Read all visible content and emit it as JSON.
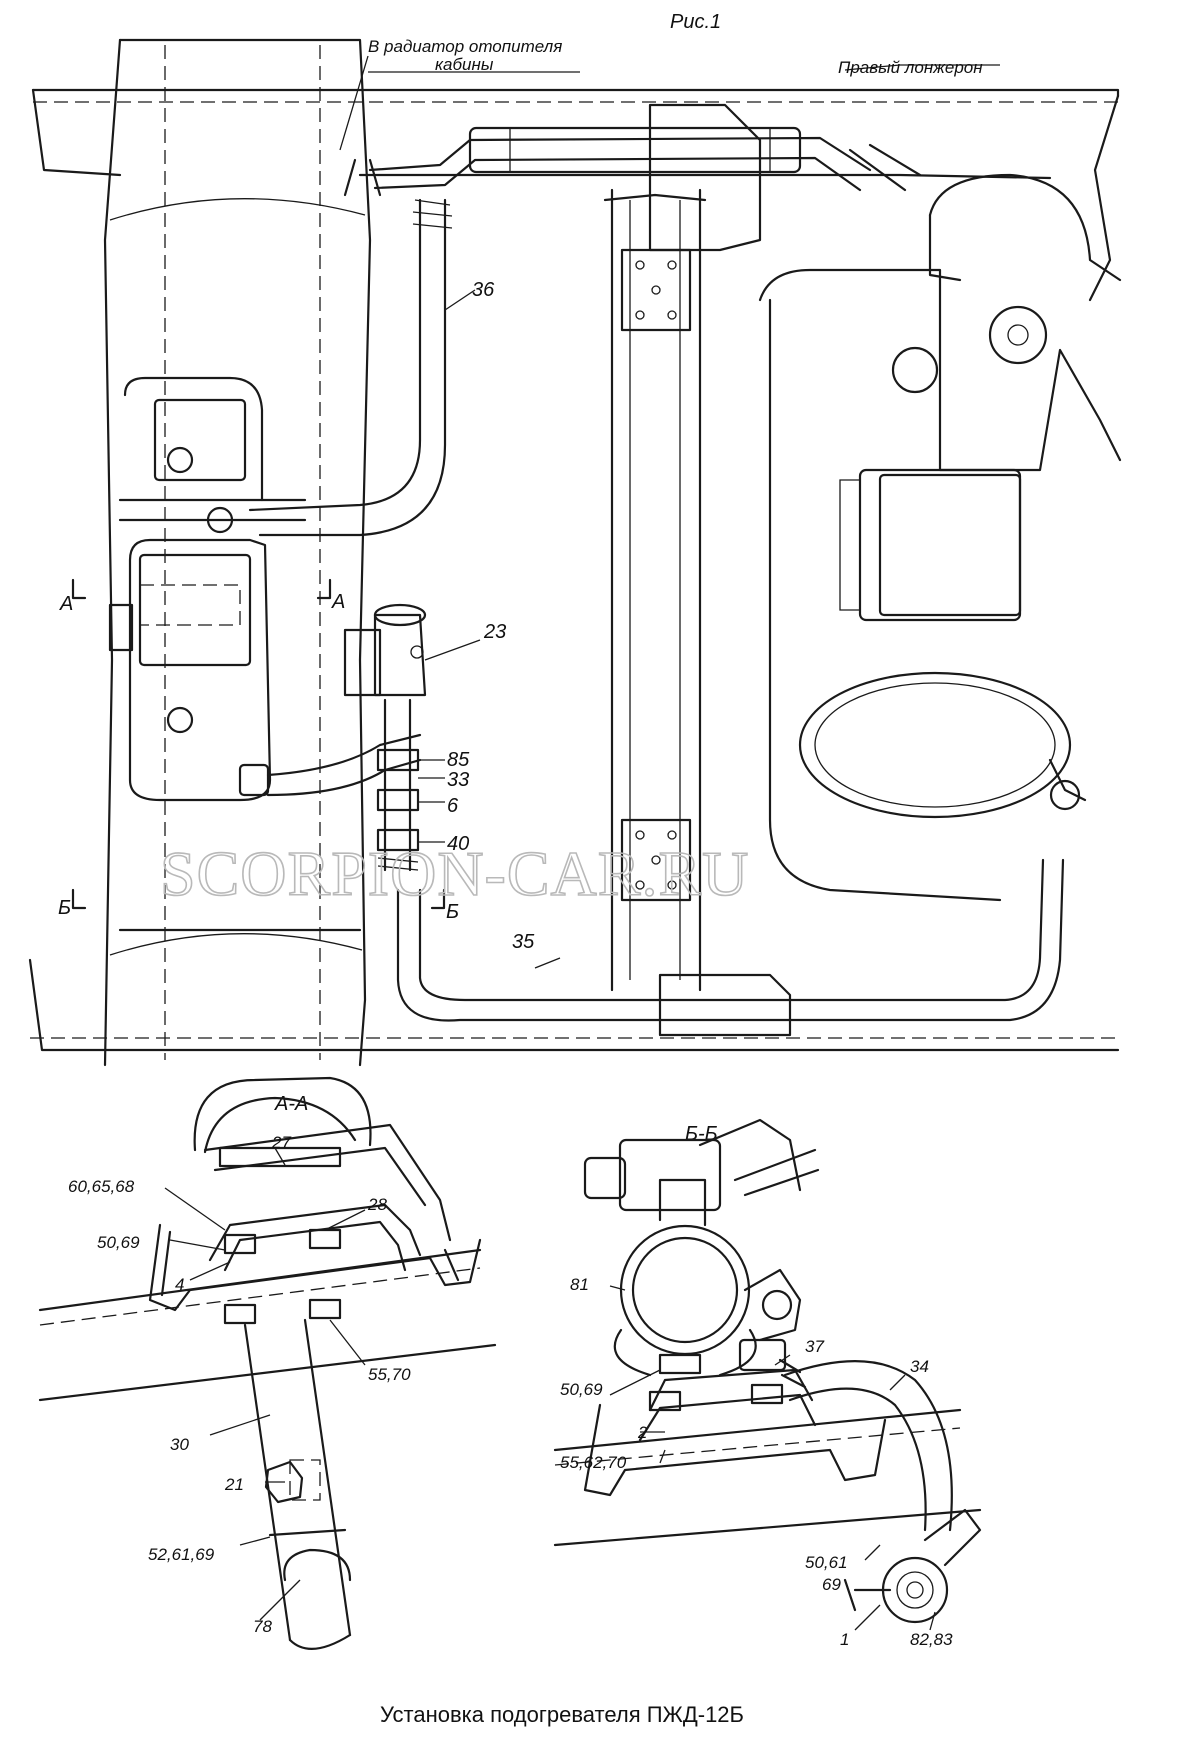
{
  "figure": {
    "title": "Рис.1",
    "caption": "Установка  подогревателя ПЖД-12Б",
    "watermark": "SCORPION-CAR.RU"
  },
  "main_view": {
    "notes": {
      "heater_radiator": "В радиатор отопителя",
      "heater_radiator_2": "кабины",
      "right_rail": "Правый лонжерон"
    },
    "section_marks": [
      "А",
      "А",
      "Б",
      "Б"
    ],
    "callouts": [
      "36",
      "23",
      "85",
      "33",
      "6",
      "40",
      "35"
    ]
  },
  "section_aa": {
    "title": "А-А",
    "callouts": [
      "60,65,68",
      "27",
      "28",
      "50,69",
      "4",
      "55,70",
      "30",
      "21",
      "52,61,69",
      "78"
    ]
  },
  "section_bb": {
    "title": "Б-Б",
    "callouts": [
      "81",
      "37",
      "34",
      "50,69",
      "2",
      "55,62,70",
      "50,61",
      "69",
      "1",
      "82,83"
    ]
  }
}
